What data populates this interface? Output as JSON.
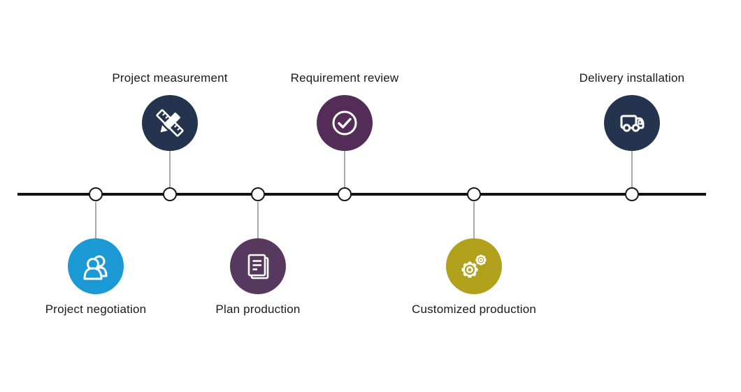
{
  "diagram": {
    "type": "process-timeline",
    "background_color": "#ffffff",
    "line_color": "#111111",
    "label_color": "#1a1a1a",
    "node_fill": "#ffffff",
    "node_border_color": "#1a1a1a",
    "connector_color": "#555555",
    "icon_color": "#ffffff",
    "milestones": [
      {
        "label": "Project negotiation",
        "icon": "people-icon",
        "color": "#1b99d5",
        "position": "below"
      },
      {
        "label": "Project measurement",
        "icon": "ruler-pencil-icon",
        "color": "#24334e",
        "position": "above"
      },
      {
        "label": "Plan production",
        "icon": "document-icon",
        "color": "#57395f",
        "position": "below"
      },
      {
        "label": "Requirement review",
        "icon": "check-circle-icon",
        "color": "#532c58",
        "position": "above"
      },
      {
        "label": "Customized production",
        "icon": "gears-icon",
        "color": "#b1a01b",
        "position": "below"
      },
      {
        "label": "Delivery installation",
        "icon": "truck-icon",
        "color": "#24334e",
        "position": "above"
      }
    ]
  }
}
